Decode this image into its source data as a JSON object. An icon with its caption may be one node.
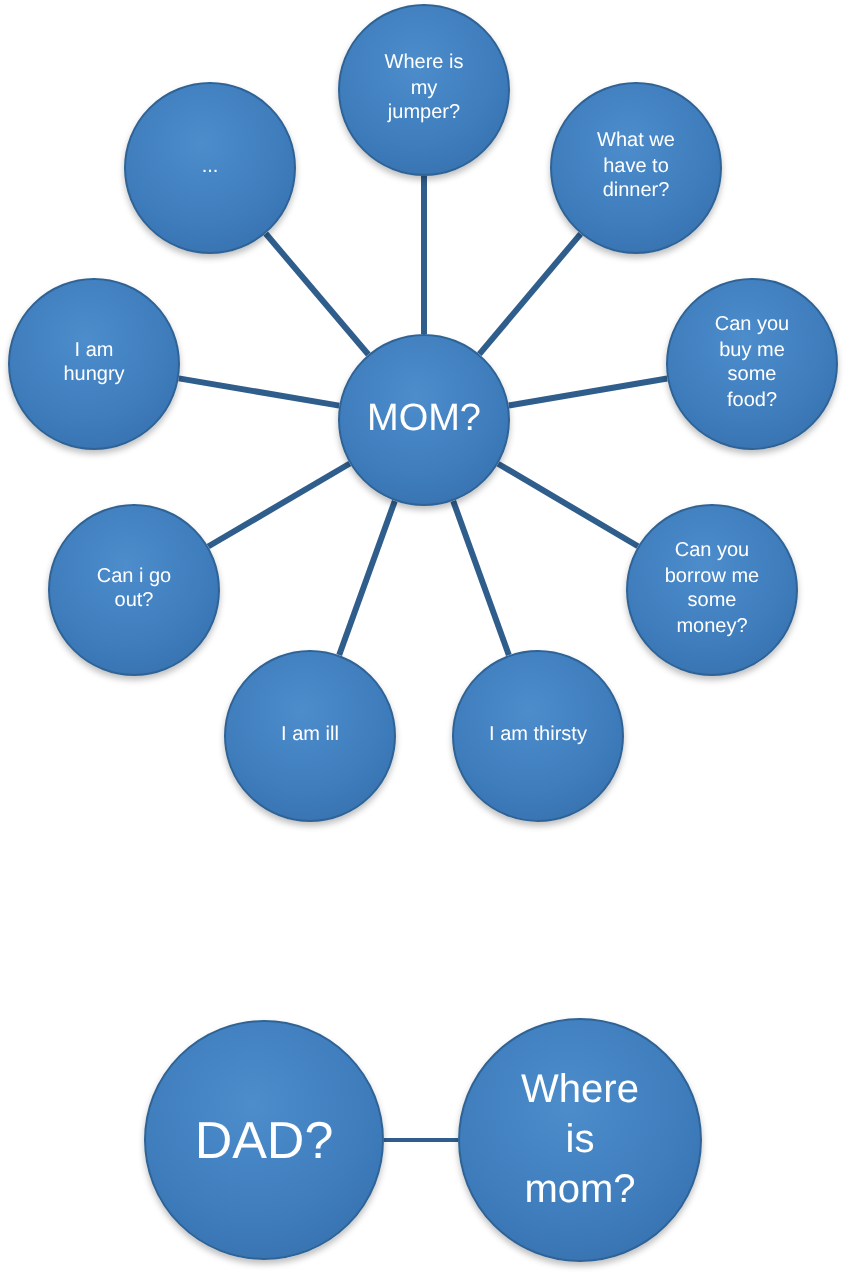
{
  "diagram": {
    "nodes": [
      {
        "text": [
          "Where is my jumper?"
        ]
      },
      {
        "text": [
          "..."
        ]
      },
      {
        "text": [
          "What we have to dinner?"
        ]
      },
      {
        "text": [
          "I am hungry"
        ]
      },
      {
        "text": [
          "MOM?"
        ]
      },
      {
        "text": [
          "Can you buy me some food?"
        ]
      },
      {
        "text": [
          "Can i go out?"
        ]
      },
      {
        "text": [
          "Can you borrow me some money?"
        ]
      },
      {
        "text": [
          "I am ill"
        ]
      },
      {
        "text": [
          "I am thirsty"
        ]
      },
      {
        "text": [
          "DAD?"
        ]
      },
      {
        "text": [
          "Where is mom?"
        ]
      }
    ],
    "edges": [
      {
        "from": 4,
        "to": 0,
        "arrow": "none"
      },
      {
        "from": 4,
        "to": 1,
        "arrow": "none"
      },
      {
        "from": 4,
        "to": 2,
        "arrow": "none"
      },
      {
        "from": 4,
        "to": 3,
        "arrow": "none"
      },
      {
        "from": 4,
        "to": 5,
        "arrow": "none"
      },
      {
        "from": 4,
        "to": 6,
        "arrow": "none"
      },
      {
        "from": 4,
        "to": 7,
        "arrow": "none"
      },
      {
        "from": 4,
        "to": 8,
        "arrow": "none"
      },
      {
        "from": 4,
        "to": 9,
        "arrow": "none"
      },
      {
        "from": 10,
        "to": 11,
        "arrow": "none"
      }
    ]
  }
}
